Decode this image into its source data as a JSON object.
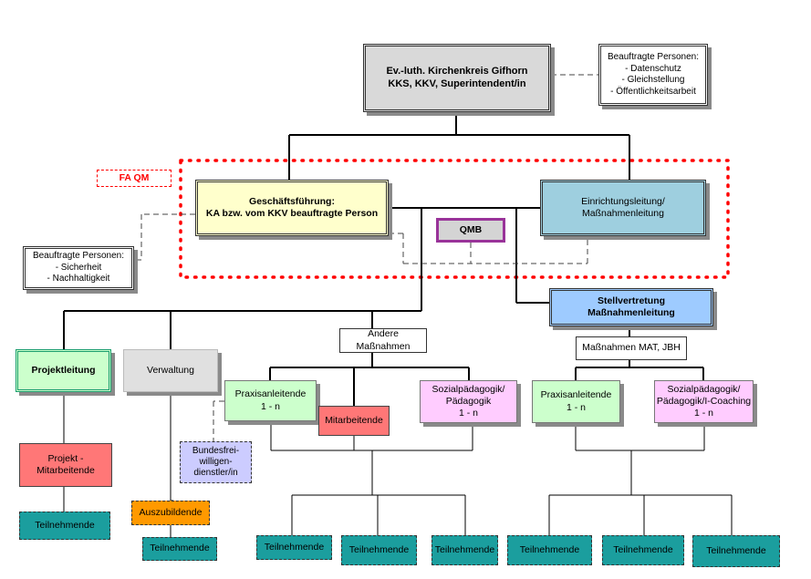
{
  "top": {
    "line1": "Ev.-luth. Kirchenkreis Gifhorn",
    "line2": "KKS, KKV, Superintendent/in"
  },
  "beauftragte_top": {
    "title": "Beauftragte Personen:",
    "items": [
      "- Datenschutz",
      "- Gleichstellung",
      "- Öffentlichkeitsarbeit"
    ]
  },
  "fa_qm": "FA QM",
  "geschaeftsfuehrung": {
    "line1": "Geschäftsführung:",
    "line2": "KA bzw. vom KKV beauftragte Person"
  },
  "einrichtungsleitung": {
    "line1": "Einrichtungsleitung/",
    "line2": "Maßnahmenleitung"
  },
  "qmb": "QMB",
  "beauftragte_left": {
    "title": "Beauftragte Personen:",
    "items": [
      "- Sicherheit",
      "- Nachhaltigkeit"
    ]
  },
  "stellvertretung": {
    "line1": "Stellvertretung",
    "line2": "Maßnahmenleitung"
  },
  "projektleitung": "Projektleitung",
  "verwaltung": "Verwaltung",
  "andere_massnahmen": {
    "line1": "Andere",
    "line2": "Maßnahmen"
  },
  "massnahmen_mat": "Maßnahmen MAT, JBH",
  "praxis_left": {
    "line1": "Praxisanleitende",
    "line2": "1 - n"
  },
  "mitarbeitende": "Mitarbeitende",
  "sozial_left": {
    "line1": "Sozialpädagogik/",
    "line2": "Pädagogik",
    "line3": "1 - n"
  },
  "praxis_right": {
    "line1": "Praxisanleitende",
    "line2": "1 - n"
  },
  "sozial_right": {
    "line1": "Sozialpädagogik/",
    "line2": "Pädagogik/I-Coaching",
    "line3": "1 - n"
  },
  "projekt_mitarbeitende": {
    "line1": "Projekt -",
    "line2": "Mitarbeitende"
  },
  "bfd": {
    "line1": "Bundesfrei-",
    "line2": "willigen-",
    "line3": "dienstler/in"
  },
  "auszubildende": "Auszubildende",
  "teilnehmende": "Teilnehmende",
  "colors": {
    "yellow": "#ffffcc",
    "teal": "#1b9e9e",
    "lightblue": "#9ecfdf",
    "blue": "#9ecbff",
    "green": "#ccffcc",
    "pink": "#ffccff",
    "red": "#ff7777",
    "orange": "#ff9900",
    "lavender": "#ccccff",
    "grey": "#d4d4d4",
    "fa_red": "#ff0000"
  }
}
